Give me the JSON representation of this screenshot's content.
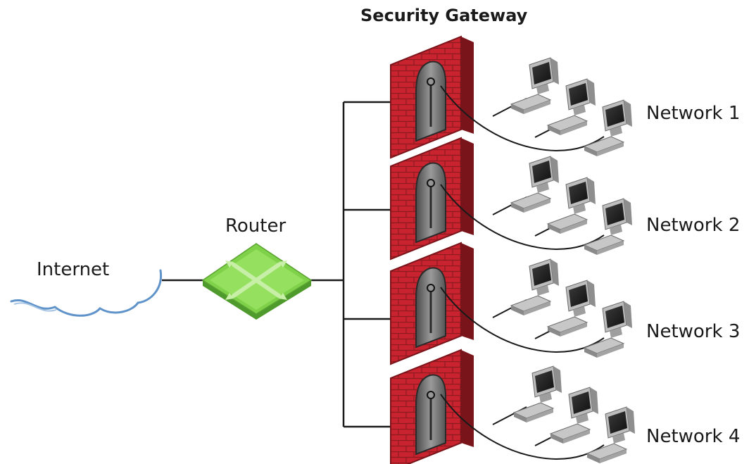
{
  "title": "Security Gateway",
  "internet": {
    "label": "Internet"
  },
  "router": {
    "label": "Router"
  },
  "networks": [
    {
      "label": "Network 1"
    },
    {
      "label": "Network 2"
    },
    {
      "label": "Network 3"
    },
    {
      "label": "Network 4"
    }
  ],
  "colors": {
    "brick": "#c8232e",
    "brick_dark": "#8e1a22",
    "router": "#7fd14a",
    "cloud": "#5f93c9",
    "line": "#1a1a1a",
    "computer": "#8a8a8a"
  }
}
